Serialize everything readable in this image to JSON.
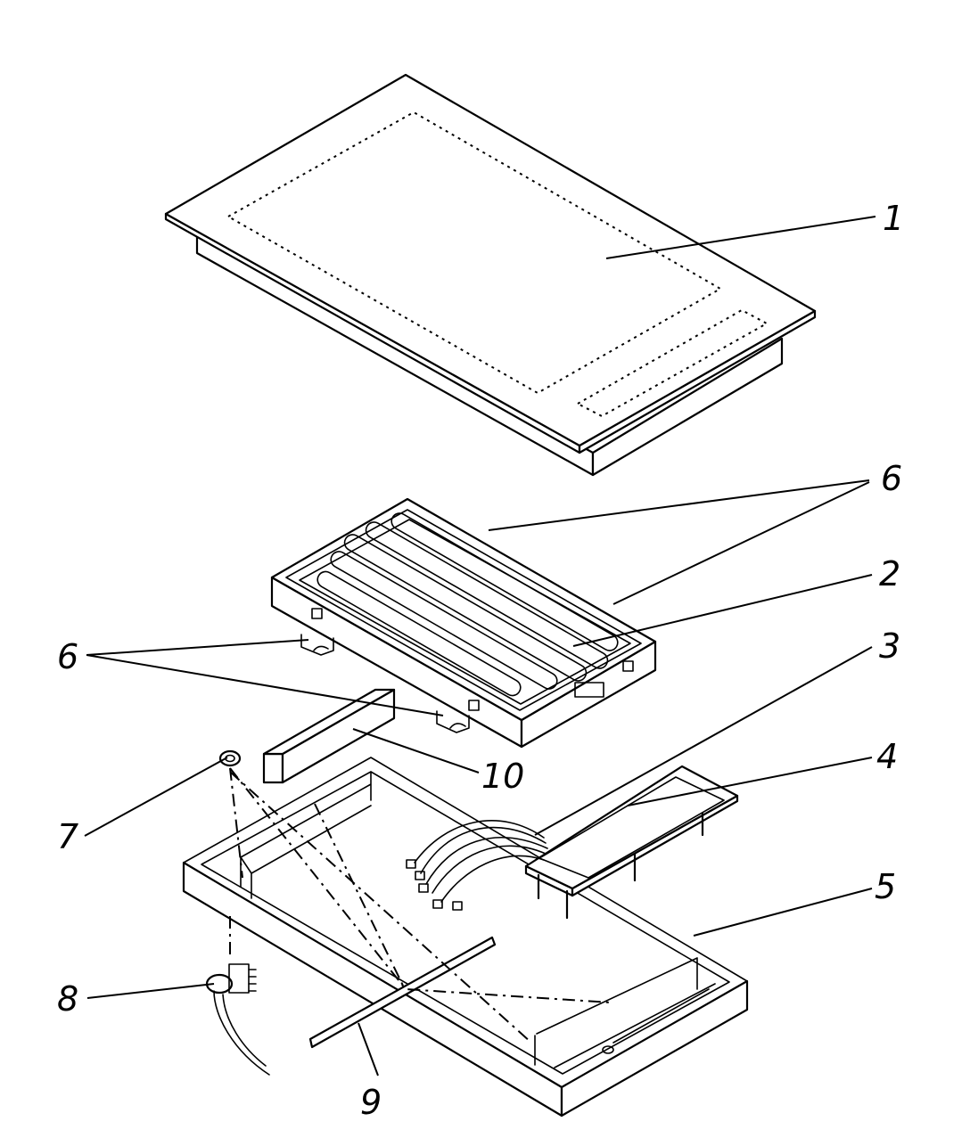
{
  "labels": {
    "l1": "1",
    "l2": "2",
    "l3": "3",
    "l4": "4",
    "l5": "5",
    "l6a": "6",
    "l6b": "6",
    "l7": "7",
    "l8": "8",
    "l9": "9",
    "l10": "10"
  },
  "colors": {
    "line": "#000000",
    "background": "#ffffff"
  }
}
